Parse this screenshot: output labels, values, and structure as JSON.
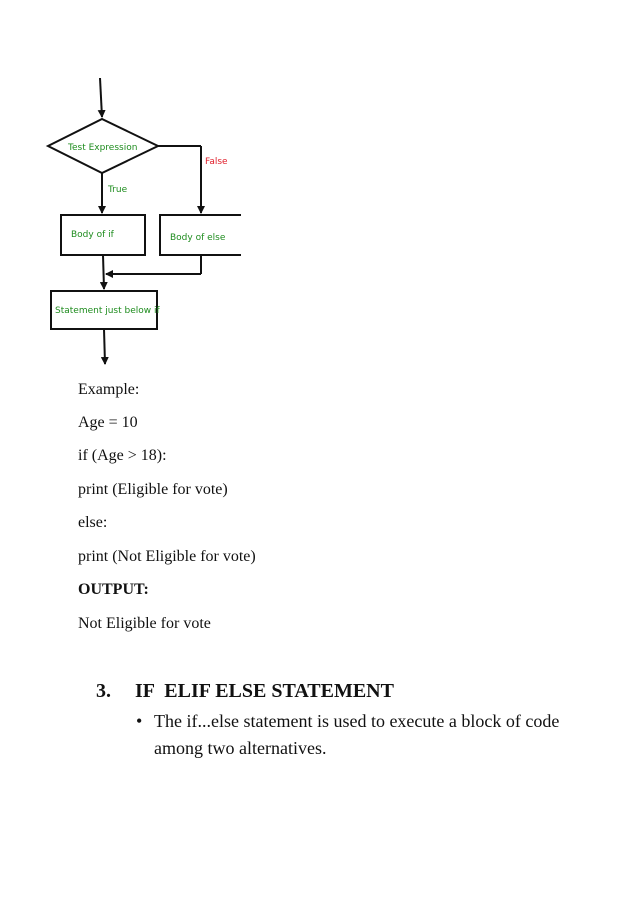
{
  "flowchart": {
    "test_expression": "Test Expression",
    "false_label": "False",
    "true_label": "True",
    "body_of_if": "Body of if",
    "body_of_else": "Body of else",
    "statement_below": "Statement just below if",
    "colors": {
      "green": "#1e8c1e",
      "red": "#e0202c",
      "stroke": "#111111"
    }
  },
  "example": {
    "title": "Example:",
    "lines": [
      "Age = 10",
      "if (Age > 18):",
      "print (Eligible for vote)",
      "else:",
      "print (Not Eligible for vote)"
    ],
    "output_label": "OUTPUT:",
    "output_value": "Not Eligible for vote"
  },
  "section": {
    "number": "3.",
    "title": "IF  ELIF ELSE STATEMENT",
    "bullet_symbol": "•",
    "bullet_text": "The if...else statement is used to execute a block of code among two alternatives."
  }
}
